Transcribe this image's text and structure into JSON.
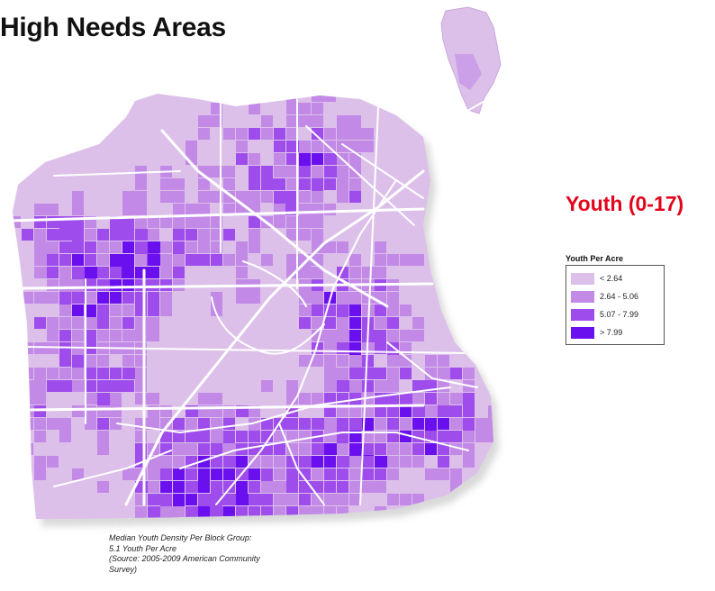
{
  "page": {
    "title": "High Needs Areas"
  },
  "layer": {
    "title": "Youth (0-17)",
    "title_color": "#e3051b"
  },
  "legend": {
    "title": "Youth Per Acre",
    "items": [
      {
        "label": "< 2.64",
        "color": "#dcc0ea"
      },
      {
        "label": "2.64 - 5.06",
        "color": "#c28ae6"
      },
      {
        "label": "5.07 - 7.99",
        "color": "#9f4cec"
      },
      {
        "label": "> 7.99",
        "color": "#6a10ef"
      }
    ]
  },
  "caption": {
    "line1": "Median Youth Density Per Block Group:",
    "line2": "5.1 Youth Per Acre",
    "line3": "(Source: 2005-2009 American Community",
    "line4": "Survey)"
  },
  "map": {
    "base_color": "#dcc0ea",
    "street_color": "#ffffff"
  }
}
